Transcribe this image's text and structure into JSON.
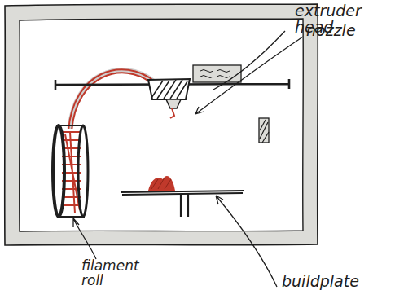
{
  "diagram": {
    "labels": [
      "extruder head",
      "nozzle",
      "filament roll",
      "buildplate"
    ]
  }
}
